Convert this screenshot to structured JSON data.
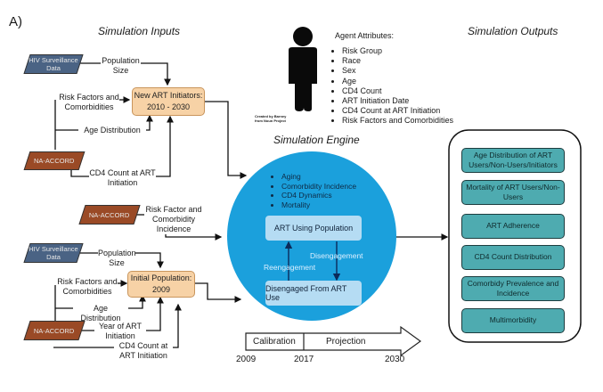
{
  "panel_label": "A)",
  "sections": {
    "inputs_title": "Simulation Inputs",
    "engine_title": "Simulation Engine",
    "outputs_title": "Simulation Outputs"
  },
  "inputs_top": {
    "hiv_source": "HIV Surveillance Data",
    "na_source": "NA-ACCORD",
    "population_size": "Population Size",
    "risk_factors": "Risk Factors and Comorbidities",
    "age_distribution": "Age Distribution",
    "cd4_count": "CD4 Count at ART Initiation",
    "target": "New ART Initiators: 2010 - 2030"
  },
  "inputs_middle": {
    "na_source": "NA-ACCORD",
    "label": "Risk Factor and Comorbidity Incidence"
  },
  "inputs_bottom": {
    "hiv_source": "HIV Surveillance Data",
    "na_source": "NA-ACCORD",
    "population_size": "Population Size",
    "risk_factors": "Risk Factors and Comorbidities",
    "age_distribution": "Age Distribution",
    "year_of_art": "Year of ART Initiation",
    "cd4_count": "CD4 Count at ART Initiation",
    "target": "Initial Population: 2009"
  },
  "agent": {
    "credit": "Created by Barney from Noun Project",
    "title": "Agent Attributes:",
    "attributes": [
      "Risk Group",
      "Race",
      "Sex",
      "Age",
      "CD4 Count",
      "ART Initiation Date",
      "CD4 Count at ART Initiation",
      "Risk Factors and Comorbidities"
    ]
  },
  "engine": {
    "processes": [
      "Aging",
      "Comorbidity Incidence",
      "CD4 Dynamics",
      "Mortality"
    ],
    "art_using": "ART Using Population",
    "disengaged": "Disengaged From ART Use",
    "disengagement": "Disengagement",
    "reengagement": "Reengagement"
  },
  "outputs": [
    "Age Distribution of ART Users/Non-Users/Initiators",
    "Mortality of ART Users/Non-Users",
    "ART Adherence",
    "CD4 Count Distribution",
    "Comorbidy Prevalence and Incidence",
    "Multimorbidity"
  ],
  "timeline": {
    "calibration": "Calibration",
    "projection": "Projection",
    "years": [
      "2009",
      "2017",
      "2030"
    ]
  },
  "colors": {
    "hiv_data": "#4a6384",
    "na_accord": "#9a4a26",
    "input_target": "#f7d2a6",
    "engine_circle": "#1ba0dc",
    "engine_box": "#b5dcf3",
    "output_box": "#4eabb0"
  }
}
